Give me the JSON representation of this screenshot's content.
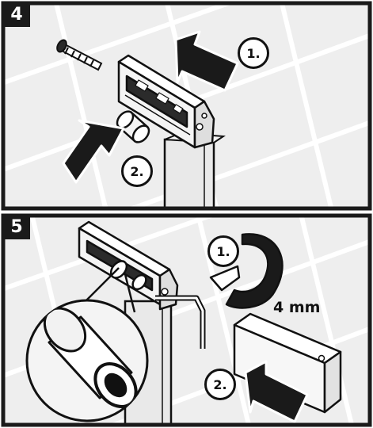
{
  "panels": [
    {
      "number": "4",
      "steps": [
        "1.",
        "2."
      ]
    },
    {
      "number": "5",
      "steps": [
        "1.",
        "2."
      ],
      "measurement": "4 mm"
    }
  ],
  "colors": {
    "wall": "#eeeeee",
    "tile_lines": "#ffffff",
    "ink": "#111111",
    "frame": "#1a1a1a"
  }
}
